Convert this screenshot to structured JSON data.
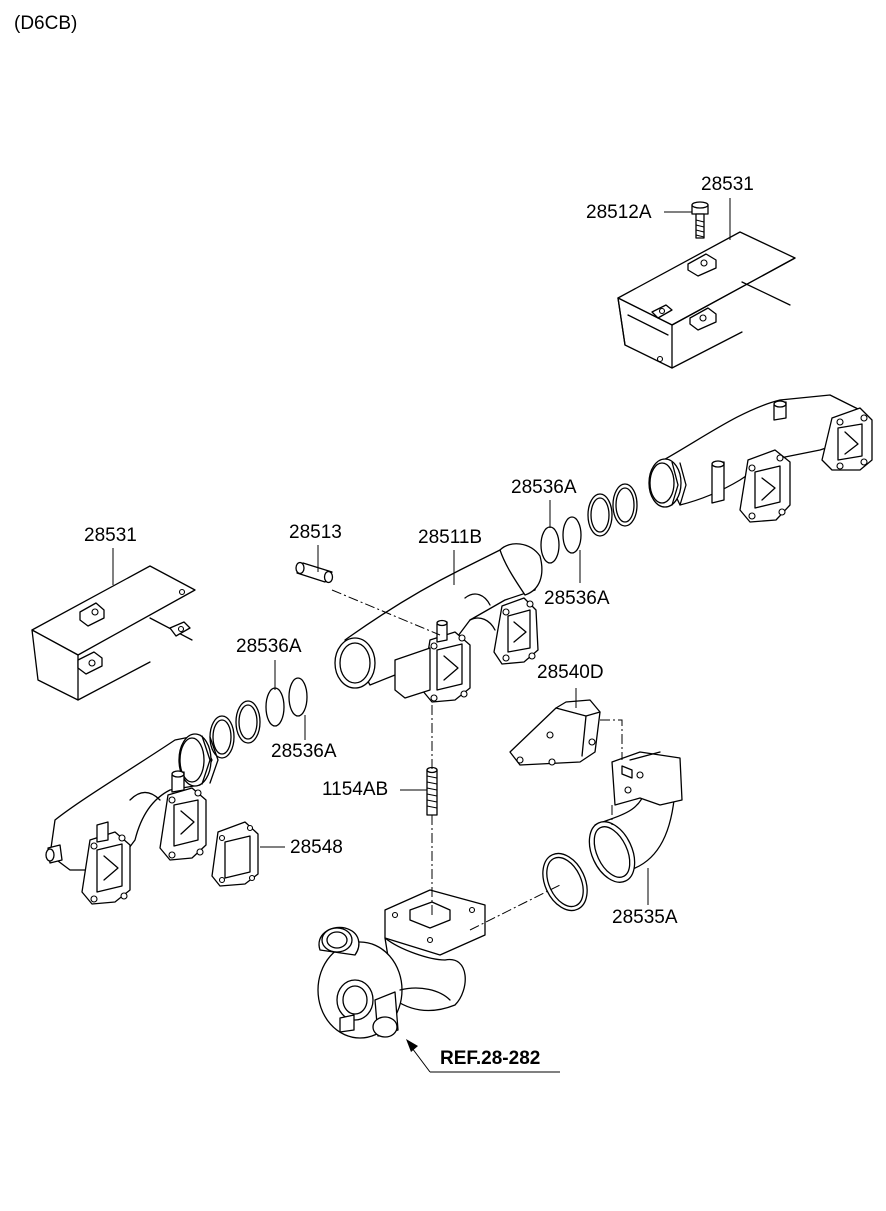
{
  "engine_code": "(D6CB)",
  "callouts": {
    "heat_shield_right": "28531",
    "bolt": "28512A",
    "heat_shield_left": "28531",
    "pin": "28513",
    "manifold_center": "28511B",
    "seal_ring_upper_1": "28536A",
    "seal_ring_upper_2": "28536A",
    "seal_ring_lower_1": "28536A",
    "seal_ring_lower_2": "28536A",
    "bracket": "28540D",
    "stud": "1154AB",
    "gasket": "28548",
    "exhaust_pipe": "28535A",
    "reference": "REF.28-282"
  }
}
